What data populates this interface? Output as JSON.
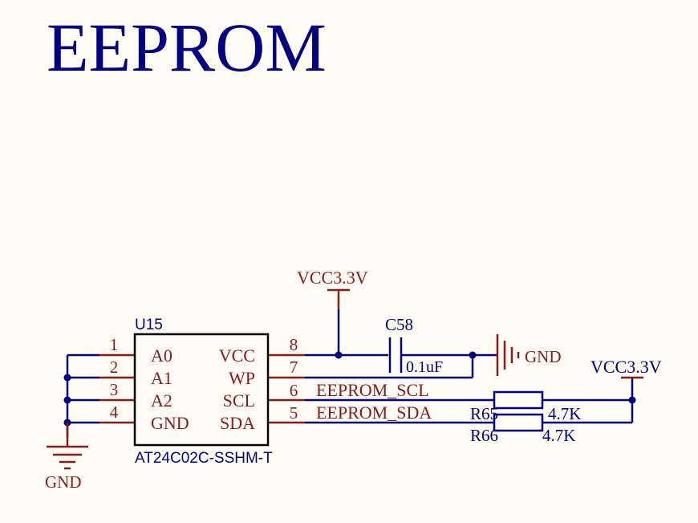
{
  "title": "EEPROM",
  "chip": {
    "designator": "U15",
    "part_number": "AT24C02C-SSHM-T",
    "left_pins": [
      {
        "num": "1",
        "name": "A0"
      },
      {
        "num": "2",
        "name": "A1"
      },
      {
        "num": "3",
        "name": "A2"
      },
      {
        "num": "4",
        "name": "GND"
      }
    ],
    "right_pins": [
      {
        "num": "8",
        "name": "VCC"
      },
      {
        "num": "7",
        "name": "WP"
      },
      {
        "num": "6",
        "name": "SCL"
      },
      {
        "num": "5",
        "name": "SDA"
      }
    ]
  },
  "nets": {
    "vcc_top": "VCC3.3V",
    "vcc_right": "VCC3.3V",
    "gnd_cap": "GND",
    "gnd_left": "GND",
    "scl": "EEPROM_SCL",
    "sda": "EEPROM_SDA"
  },
  "capacitor": {
    "designator": "C58",
    "value": "0.1uF"
  },
  "resistors": [
    {
      "designator": "R65",
      "value": "4.7K"
    },
    {
      "designator": "R66",
      "value": "4.7K"
    }
  ],
  "colors": {
    "wire": "#000080",
    "pin": "#8b1a1a",
    "background": "#fffcf5",
    "body": "#000000"
  }
}
